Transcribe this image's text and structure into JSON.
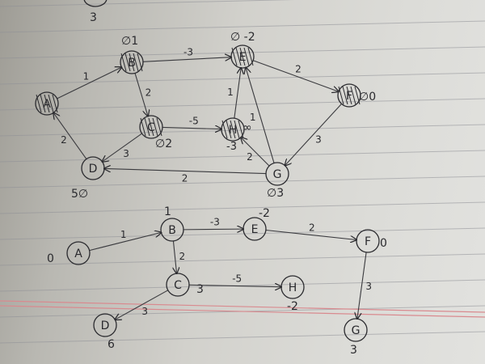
{
  "top_fragment_label": "3",
  "top_graph": {
    "nodes": [
      {
        "id": "A",
        "label": "A",
        "dist": "",
        "visited": true
      },
      {
        "id": "B",
        "label": "B",
        "dist": "∅1",
        "visited": true
      },
      {
        "id": "E",
        "label": "E",
        "dist": "∅ -2",
        "visited": true
      },
      {
        "id": "F",
        "label": "F",
        "dist": "∅0",
        "visited": true
      },
      {
        "id": "C",
        "label": "C",
        "dist": "∅2",
        "visited": true
      },
      {
        "id": "H",
        "label": "H",
        "dist": "∞",
        "dist2": "-3",
        "visited": true
      },
      {
        "id": "D",
        "label": "D",
        "dist": "5∅",
        "visited": false
      },
      {
        "id": "G",
        "label": "G",
        "dist": "∅3",
        "visited": false
      }
    ],
    "edges": [
      {
        "from": "A",
        "to": "B",
        "weight": "1"
      },
      {
        "from": "B",
        "to": "E",
        "weight": "-3"
      },
      {
        "from": "B",
        "to": "C",
        "weight": "2"
      },
      {
        "from": "E",
        "to": "F",
        "weight": "2"
      },
      {
        "from": "C",
        "to": "H",
        "weight": "-5"
      },
      {
        "from": "H",
        "to": "E",
        "weight": "1"
      },
      {
        "from": "G",
        "to": "E",
        "weight": "1"
      },
      {
        "from": "G",
        "to": "H",
        "weight": "2"
      },
      {
        "from": "F",
        "to": "G",
        "weight": "3"
      },
      {
        "from": "C",
        "to": "D",
        "weight": "3"
      },
      {
        "from": "D",
        "to": "A",
        "weight": "2"
      },
      {
        "from": "G",
        "to": "D",
        "weight": "2"
      }
    ]
  },
  "bottom_tree": {
    "nodes": [
      {
        "id": "A",
        "label": "A",
        "dist": "0"
      },
      {
        "id": "B",
        "label": "B",
        "dist": "1"
      },
      {
        "id": "E",
        "label": "E",
        "dist": "-2"
      },
      {
        "id": "F",
        "label": "F",
        "dist": "0"
      },
      {
        "id": "C",
        "label": "C",
        "dist": "3"
      },
      {
        "id": "H",
        "label": "H",
        "dist": "-2"
      },
      {
        "id": "D",
        "label": "D",
        "dist": "6"
      },
      {
        "id": "G",
        "label": "G",
        "dist": "3"
      }
    ],
    "edges": [
      {
        "from": "A",
        "to": "B",
        "weight": "1"
      },
      {
        "from": "B",
        "to": "E",
        "weight": "-3"
      },
      {
        "from": "E",
        "to": "F",
        "weight": "2"
      },
      {
        "from": "B",
        "to": "C",
        "weight": "2"
      },
      {
        "from": "C",
        "to": "H",
        "weight": "-5"
      },
      {
        "from": "C",
        "to": "D",
        "weight": "3"
      },
      {
        "from": "F",
        "to": "G",
        "weight": "3"
      }
    ]
  },
  "colors": {
    "ink": "#2a2a2e",
    "paper": "#dcdcd8",
    "rule": "#8f9096",
    "margin": "#d98a8f"
  }
}
